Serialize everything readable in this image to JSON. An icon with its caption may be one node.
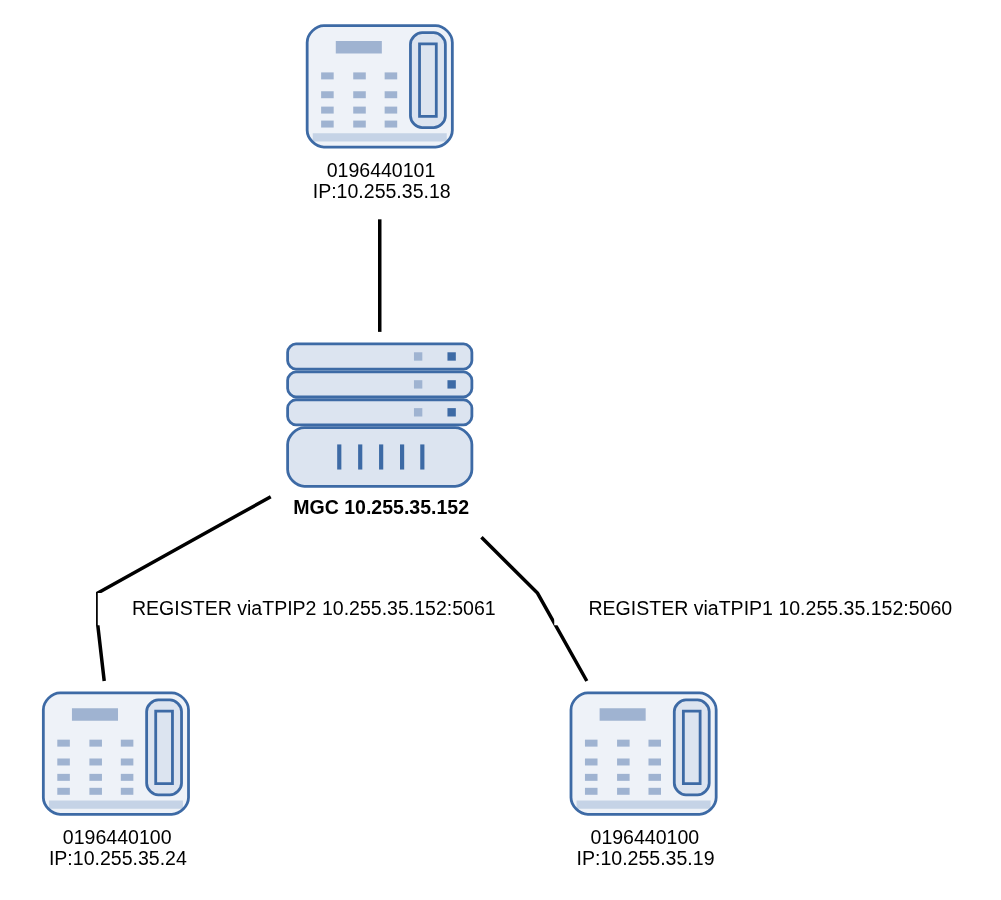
{
  "diagram": {
    "nodes": [
      {
        "text": [
          "0196440101",
          "IP:10.255.35.18"
        ]
      },
      {
        "text": [
          "MGC 10.255.35.152"
        ]
      },
      {
        "text": [
          "0196440100",
          "IP:10.255.35.24"
        ]
      },
      {
        "text": [
          "0196440100",
          "IP:10.255.35.19"
        ]
      }
    ],
    "edges": [
      {
        "from": 0,
        "to": 1,
        "arrow": "none"
      },
      {
        "from": 1,
        "to": 2,
        "arrow": "none",
        "label": "REGISTER viaTPIP2 10.255.35.152:5061"
      },
      {
        "from": 1,
        "to": 3,
        "arrow": "none",
        "label": "REGISTER viaTPIP1 10.255.35.152:5060"
      }
    ]
  }
}
